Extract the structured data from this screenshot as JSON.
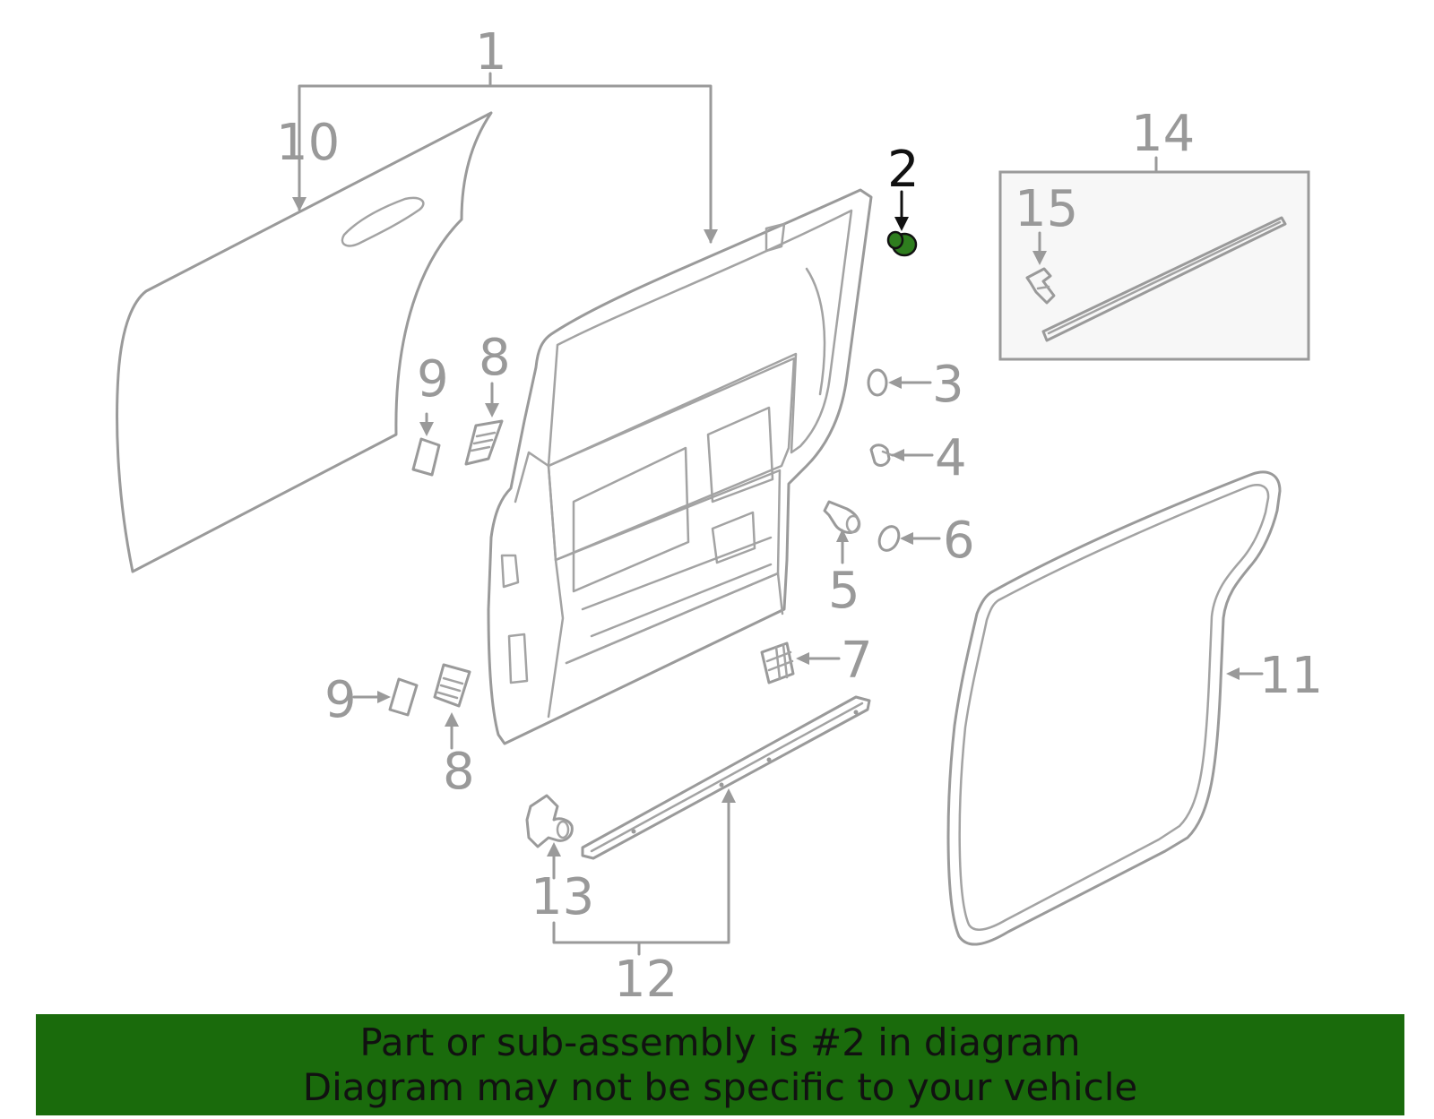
{
  "callouts": {
    "c1": "1",
    "c2": "2",
    "c3": "3",
    "c4": "4",
    "c5": "5",
    "c6": "6",
    "c7": "7",
    "c8a": "8",
    "c8b": "8",
    "c9a": "9",
    "c9b": "9",
    "c10": "10",
    "c11": "11",
    "c12": "12",
    "c13": "13",
    "c14": "14",
    "c15": "15"
  },
  "highlighted_part": "2",
  "colors": {
    "line": "#9a9a9a",
    "highlight_part": "#2e7d1e",
    "banner_bg": "#1a6b0c",
    "banner_text": "#111111"
  },
  "banner": {
    "line1": "Part or sub-assembly is #2 in diagram",
    "line2": "Diagram may not be specific to your vehicle"
  }
}
